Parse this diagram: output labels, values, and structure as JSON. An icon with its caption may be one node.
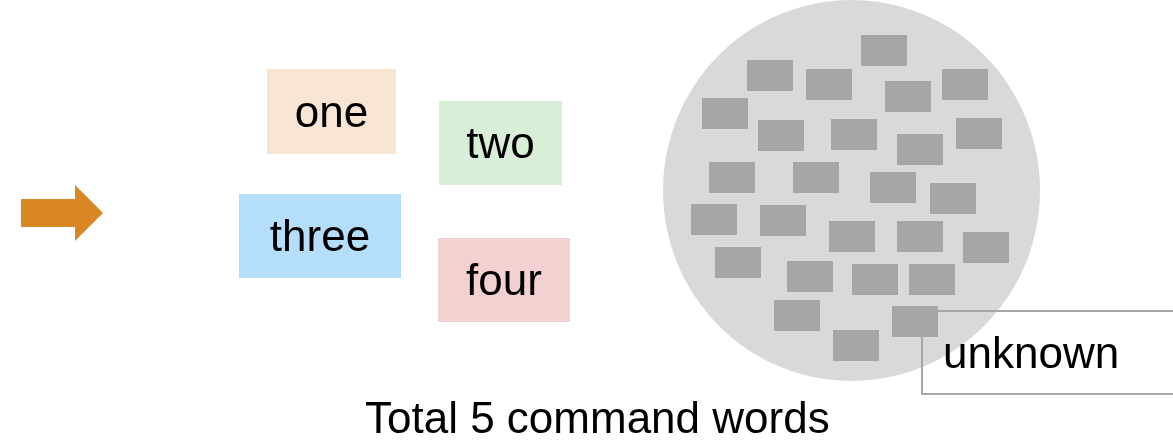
{
  "diagram": {
    "nodes": [
      {
        "text": [
          "one"
        ]
      },
      {
        "text": [
          "two"
        ]
      },
      {
        "text": [
          "three"
        ]
      },
      {
        "text": [
          "four"
        ]
      },
      {
        "text": [],
        "shape": "circle"
      },
      {
        "text": [],
        "shape": "box",
        "in": 4
      },
      {
        "text": [],
        "shape": "box",
        "in": 4
      },
      {
        "text": [],
        "shape": "box",
        "in": 4
      },
      {
        "text": [],
        "shape": "box",
        "in": 4
      },
      {
        "text": [],
        "shape": "box",
        "in": 4
      },
      {
        "text": [],
        "shape": "box",
        "in": 4
      },
      {
        "text": [],
        "shape": "box",
        "in": 4
      },
      {
        "text": [],
        "shape": "box",
        "in": 4
      },
      {
        "text": [],
        "shape": "box",
        "in": 4
      },
      {
        "text": [],
        "shape": "box",
        "in": 4
      },
      {
        "text": [],
        "shape": "box",
        "in": 4
      },
      {
        "text": [],
        "shape": "box",
        "in": 4
      },
      {
        "text": [],
        "shape": "box",
        "in": 4
      },
      {
        "text": [],
        "shape": "box",
        "in": 4
      },
      {
        "text": [],
        "shape": "box",
        "in": 4
      },
      {
        "text": [],
        "shape": "box",
        "in": 4
      },
      {
        "text": [],
        "shape": "box",
        "in": 4
      },
      {
        "text": [],
        "shape": "box",
        "in": 4
      },
      {
        "text": [],
        "shape": "box",
        "in": 4
      },
      {
        "text": [],
        "shape": "box",
        "in": 4
      },
      {
        "text": [],
        "shape": "box",
        "in": 4
      },
      {
        "text": [],
        "shape": "box",
        "in": 4
      },
      {
        "text": [],
        "shape": "box",
        "in": 4
      },
      {
        "text": [],
        "shape": "box",
        "in": 4
      },
      {
        "text": [],
        "shape": "box",
        "in": 4
      },
      {
        "text": [],
        "shape": "box",
        "in": 4
      },
      {
        "text": [
          "unknown"
        ]
      }
    ],
    "labels": [
      "Total 5 command words"
    ]
  }
}
